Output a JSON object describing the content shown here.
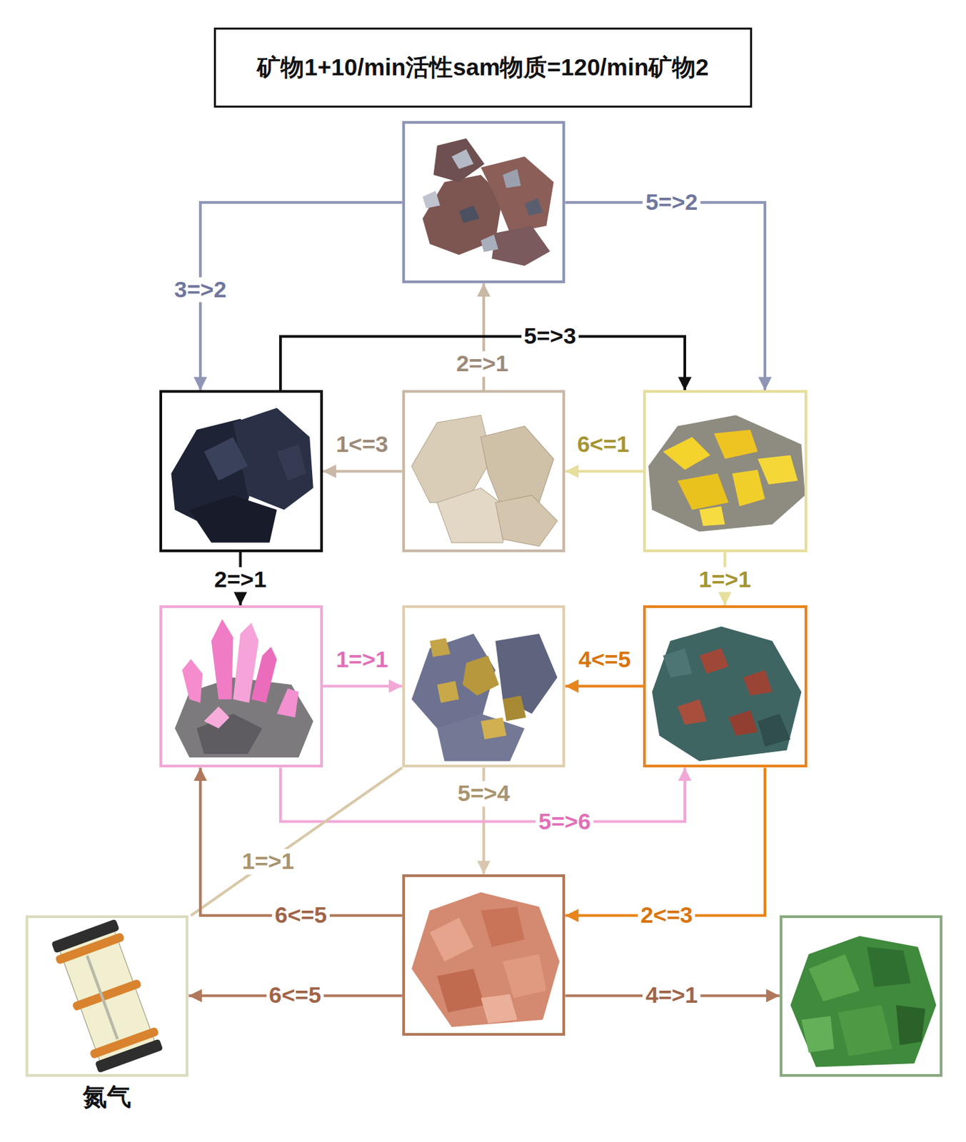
{
  "diagram": {
    "title": "矿物1+10/min活性sam物质=120/min矿物2",
    "nodes": [
      {
        "text": []
      },
      {
        "text": []
      },
      {
        "text": []
      },
      {
        "text": []
      },
      {
        "text": []
      },
      {
        "text": []
      },
      {
        "text": []
      },
      {
        "text": []
      },
      {
        "text": [
          "氮气"
        ]
      },
      {
        "text": []
      }
    ],
    "edges": [
      {
        "from": 0,
        "to": 1,
        "arrow": "to",
        "label": "3=>2"
      },
      {
        "from": 0,
        "to": 3,
        "arrow": "to",
        "label": "5=>2"
      },
      {
        "from": 2,
        "to": 0,
        "arrow": "to",
        "label": "2=>1"
      },
      {
        "from": 1,
        "to": 3,
        "arrow": "to",
        "label": "5=>3"
      },
      {
        "from": 2,
        "to": 1,
        "arrow": "to",
        "label": "1<=3"
      },
      {
        "from": 3,
        "to": 2,
        "arrow": "to",
        "label": "6<=1"
      },
      {
        "from": 3,
        "to": 6,
        "arrow": "to",
        "label": "1=>1"
      },
      {
        "from": 1,
        "to": 4,
        "arrow": "to",
        "label": "2=>1"
      },
      {
        "from": 4,
        "to": 5,
        "arrow": "to",
        "label": "1=>1"
      },
      {
        "from": 6,
        "to": 5,
        "arrow": "to",
        "label": "4<=5"
      },
      {
        "from": 5,
        "to": 7,
        "arrow": "to",
        "label": "5=>4"
      },
      {
        "from": 4,
        "to": 6,
        "arrow": "to",
        "label": "5=>6"
      },
      {
        "from": 5,
        "to": 8,
        "arrow": "none",
        "label": "1=>1"
      },
      {
        "from": 7,
        "to": 4,
        "arrow": "to",
        "label": "6<=5"
      },
      {
        "from": 6,
        "to": 7,
        "arrow": "to",
        "label": "2<=3"
      },
      {
        "from": 7,
        "to": 8,
        "arrow": "to",
        "label": "6<=5"
      },
      {
        "from": 7,
        "to": 9,
        "arrow": "to",
        "label": "4=>1"
      }
    ]
  }
}
